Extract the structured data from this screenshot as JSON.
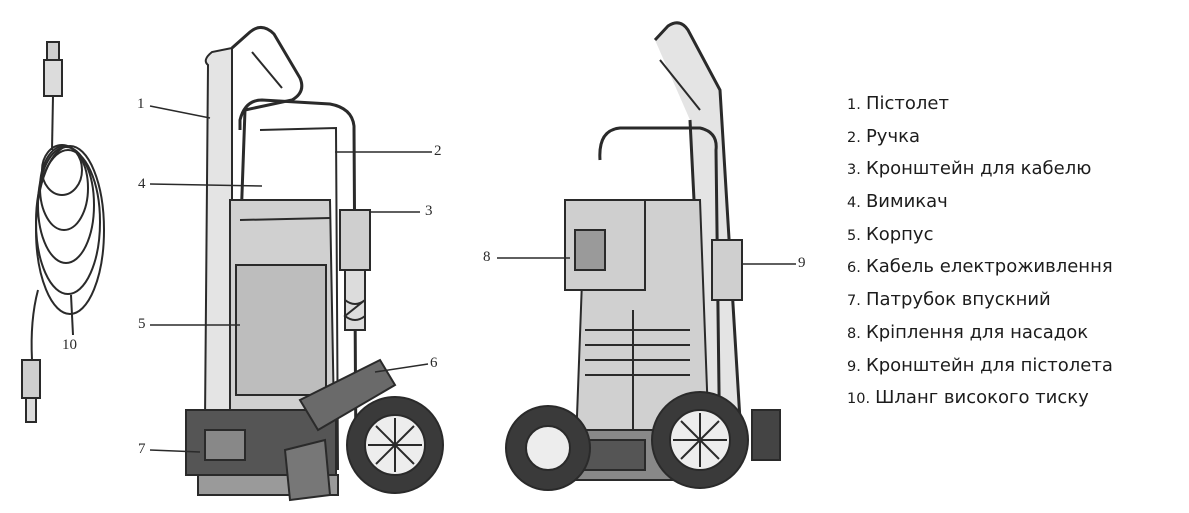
{
  "callouts": {
    "c1": "1",
    "c2": "2",
    "c3": "3",
    "c4": "4",
    "c5": "5",
    "c6": "6",
    "c7": "7",
    "c8": "8",
    "c9": "9",
    "c10": "10"
  },
  "legend": [
    {
      "num": "1.",
      "label": "Пістолет"
    },
    {
      "num": "2.",
      "label": "Ручка"
    },
    {
      "num": "3.",
      "label": "Кронштейн для кабелю"
    },
    {
      "num": "4.",
      "label": "Вимикач"
    },
    {
      "num": "5.",
      "label": "Корпус"
    },
    {
      "num": "6.",
      "label": "Кабель електроживлення"
    },
    {
      "num": "7.",
      "label": "Патрубок впускний"
    },
    {
      "num": "8.",
      "label": "Кріплення для насадок"
    },
    {
      "num": "9.",
      "label": "Кронштейн для пістолета"
    },
    {
      "num": "10.",
      "label": "Шланг високого тиску"
    }
  ],
  "colors": {
    "ink": "#2a2a2a",
    "fill": "#cfcfcf",
    "dark": "#4a4a4a"
  }
}
